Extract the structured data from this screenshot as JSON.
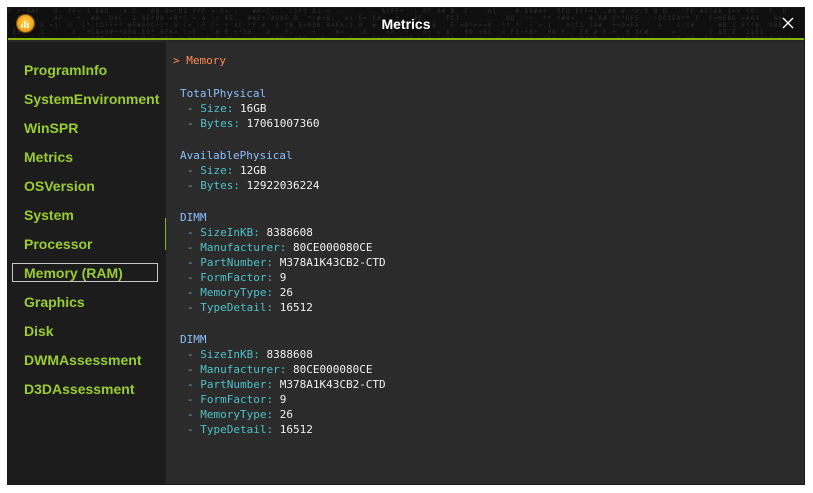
{
  "window": {
    "title": "Metrics",
    "accent_color": "#86b300",
    "close_icon": "close-icon",
    "app_icon": "bar-chart-icon"
  },
  "sidebar": {
    "items": [
      {
        "label": "ProgramInfo",
        "selected": false
      },
      {
        "label": "SystemEnvironment",
        "selected": false
      },
      {
        "label": "WinSPR",
        "selected": false
      },
      {
        "label": "Metrics",
        "selected": false
      },
      {
        "label": "OSVersion",
        "selected": false
      },
      {
        "label": "System",
        "selected": false
      },
      {
        "label": "Processor",
        "selected": false
      },
      {
        "label": "Memory (RAM)",
        "selected": true
      },
      {
        "label": "Graphics",
        "selected": false
      },
      {
        "label": "Disk",
        "selected": false
      },
      {
        "label": "DWMAssessment",
        "selected": false
      },
      {
        "label": "D3DAssessment",
        "selected": false
      }
    ]
  },
  "content": {
    "breadcrumb": "> Memory",
    "sections": [
      {
        "title": "TotalPhysical",
        "fields": [
          {
            "key": "- Size:",
            "value": "16GB"
          },
          {
            "key": "- Bytes:",
            "value": "17061007360"
          }
        ]
      },
      {
        "title": "AvailablePhysical",
        "fields": [
          {
            "key": "- Size:",
            "value": "12GB"
          },
          {
            "key": "- Bytes:",
            "value": "12922036224"
          }
        ]
      },
      {
        "title": "DIMM",
        "fields": [
          {
            "key": "- SizeInKB:",
            "value": "8388608"
          },
          {
            "key": "- Manufacturer:",
            "value": "80CE000080CE"
          },
          {
            "key": "- PartNumber:",
            "value": "M378A1K43CB2-CTD"
          },
          {
            "key": "- FormFactor:",
            "value": "9"
          },
          {
            "key": "- MemoryType:",
            "value": "26"
          },
          {
            "key": "- TypeDetail:",
            "value": "16512"
          }
        ]
      },
      {
        "title": "DIMM",
        "fields": [
          {
            "key": "- SizeInKB:",
            "value": "8388608"
          },
          {
            "key": "- Manufacturer:",
            "value": "80CE000080CE"
          },
          {
            "key": "- PartNumber:",
            "value": "M378A1K43CB2-CTD"
          },
          {
            "key": "- FormFactor:",
            "value": "9"
          },
          {
            "key": "- MemoryType:",
            "value": "26"
          },
          {
            "key": "- TypeDetail:",
            "value": "16512"
          }
        ]
      }
    ]
  }
}
